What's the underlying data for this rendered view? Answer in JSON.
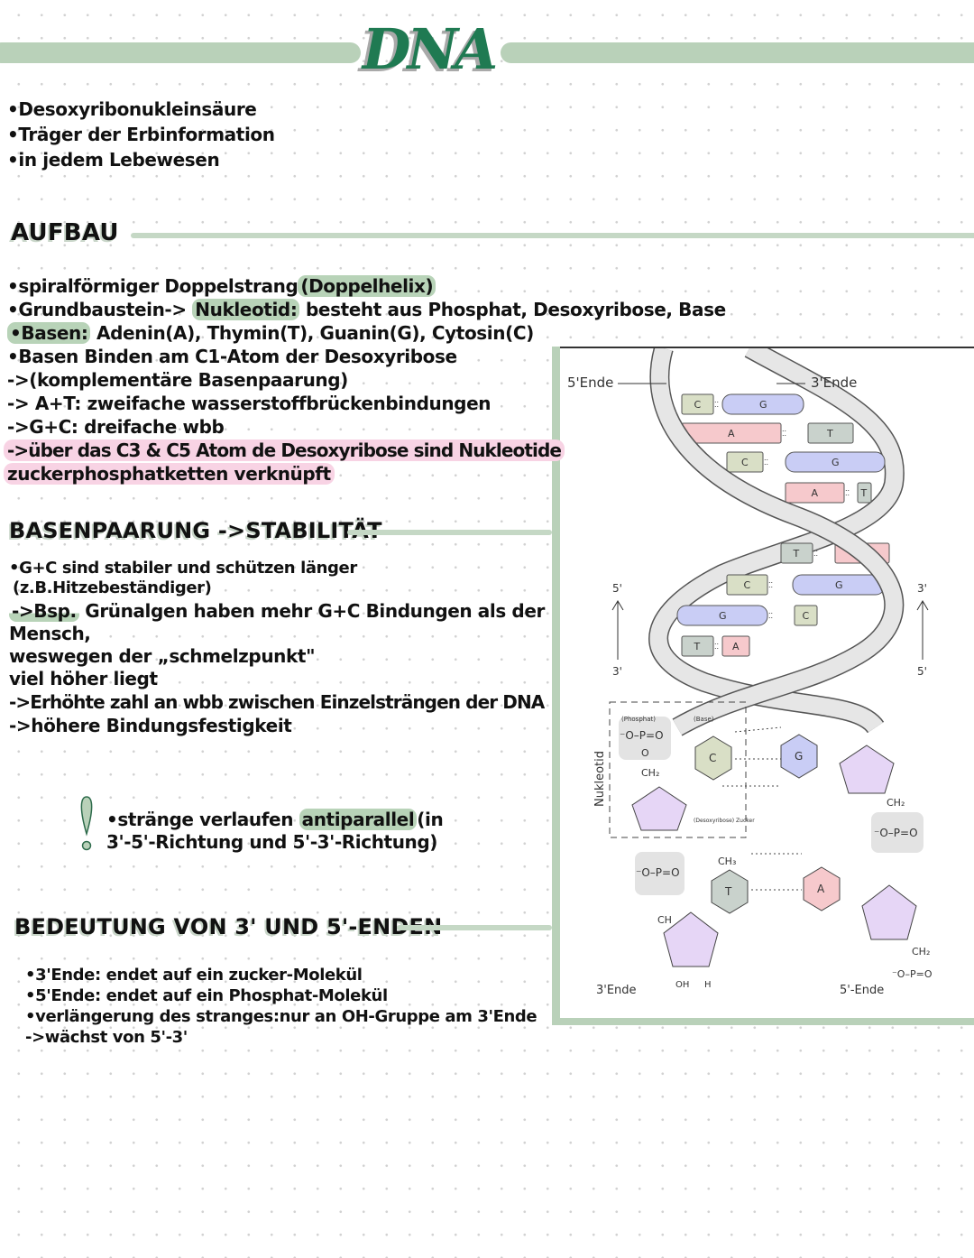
{
  "header": {
    "title": "DNA"
  },
  "intro": [
    "•Desoxyribonukleinsäure",
    "•Träger der Erbinformation",
    "•in jedem Lebewesen"
  ],
  "aufbau": {
    "heading": "AUFBAU",
    "l1_pre": "•spiralförmiger Doppelstrang",
    "l1_hl": "(Doppelhelix)",
    "l2_pre": "•Grundbaustein-> ",
    "l2_hl": "Nukleotid:",
    "l2_post": " besteht aus Phosphat, Desoxyribose, Base",
    "l3_hl": "•Basen:",
    "l3_post": " Adenin(A), Thymin(T), Guanin(G), Cytosin(C)",
    "l4": "•Basen Binden am C1-Atom der Desoxyribose",
    "l5": "->(komplementäre Basenpaarung)",
    "l6": "-> A+T: zweifache wasserstoffbrückenbindungen",
    "l7": "->G+C: dreifache wbb",
    "l8": "->über das C3 & C5 Atom de Desoxyribose sind Nukleotide",
    "l9": "zuckerphosphatketten verknüpft"
  },
  "basenpaarung": {
    "heading": "BASENPAARUNG ->STABILITÄT",
    "l1": "•G+C sind stabiler und schützen länger",
    "l2": "(z.B.Hitzebeständiger)",
    "l3_hl": "->Bsp.",
    "l3_post": " Grünalgen haben mehr G+C Bindungen als der",
    "l4": "Mensch,",
    "l5": "weswegen der „schmelzpunkt\"",
    "l6": "viel höher liegt",
    "l7": "->Erhöhte zahl an wbb zwischen Einzelsträngen der DNA",
    "l8": "->höhere Bindungsfestigkeit",
    "note_pre": "•stränge verlaufen ",
    "note_hl": "antiparallel",
    "note_post": "(in",
    "note_l2": "3'-5'-Richtung und 5'-3'-Richtung)"
  },
  "enden": {
    "heading": "BEDEUTUNG VON 3' UND 5'-ENDEN",
    "l1": "•3'Ende: endet auf ein zucker-Molekül",
    "l2": "•5'Ende: endet auf ein Phosphat-Molekül",
    "l3": "•verlängerung des stranges:nur an OH-Gruppe am 3'Ende",
    "l4": "->wächst von 5'-3'"
  },
  "diagram": {
    "five_end_top": "5'Ende",
    "three_end_top": "3'Ende",
    "pairs": [
      [
        "C",
        "G"
      ],
      [
        "A",
        "T"
      ],
      [
        "C",
        "G"
      ],
      [
        "A",
        "T"
      ],
      [
        "T",
        "A"
      ],
      [
        "C",
        "G"
      ],
      [
        "G",
        "C"
      ],
      [
        "T",
        "A"
      ]
    ],
    "left_arrow": {
      "top": "5'",
      "bottom": "3'"
    },
    "right_arrow": {
      "top": "3'",
      "bottom": "5'"
    },
    "nucleotide": "Nukleotid",
    "phosphate": "(Phosphat)",
    "base": "(Base)",
    "sugar": "(Desoxyribose) Zucker",
    "phosphate_group": "⁻O–P=O",
    "ch2": "CH₂",
    "ch3": "CH₃",
    "ch": "CH",
    "oh": "OH",
    "h": "H",
    "o": "O",
    "bottom_left": "3'Ende",
    "bottom_right": "5'-Ende",
    "colors": {
      "A": "#f6c9cc",
      "T": "#c9d2cc",
      "G": "#c9cdf5",
      "C": "#d9dfc6",
      "sugar": "#e6d6f6",
      "phosphate": "#e3e3e3"
    }
  }
}
